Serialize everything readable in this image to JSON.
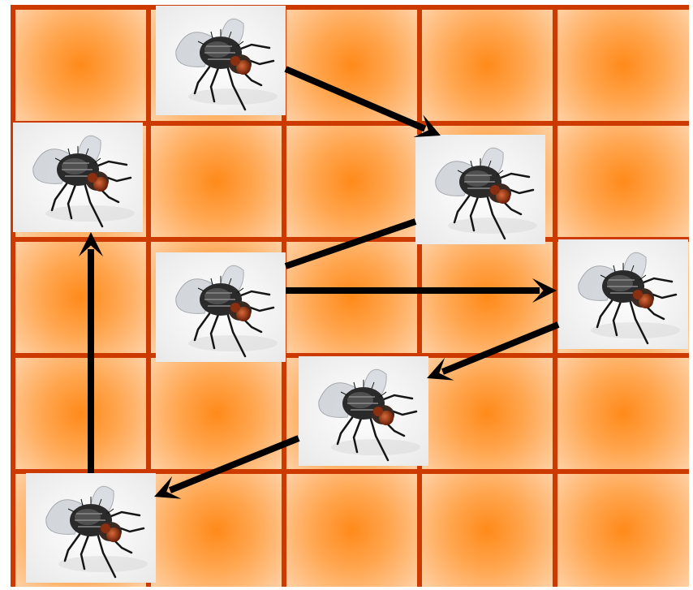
{
  "board": {
    "rows": 5,
    "cols": 5,
    "cell_colors": {
      "center": "#ff8a1a",
      "edge": "#ffd0a4"
    },
    "grid_line_color": "#cc3a00"
  },
  "flies": [
    {
      "name": "fly",
      "icon": "housefly-icon",
      "row": 0,
      "col": 1
    },
    {
      "name": "fly",
      "icon": "housefly-icon",
      "row": 1,
      "col": 0
    },
    {
      "name": "fly",
      "icon": "housefly-icon",
      "row": 1,
      "col": 3
    },
    {
      "name": "fly",
      "icon": "housefly-icon",
      "row": 2,
      "col": 1
    },
    {
      "name": "fly",
      "icon": "housefly-icon",
      "row": 2,
      "col": 4
    },
    {
      "name": "fly",
      "icon": "housefly-icon",
      "row": 3,
      "col": 2
    },
    {
      "name": "fly",
      "icon": "housefly-icon",
      "row": 4,
      "col": 0
    }
  ],
  "path": [
    {
      "from": [
        0,
        1
      ],
      "to": [
        1,
        3
      ],
      "head": true
    },
    {
      "from": [
        1,
        3
      ],
      "to": [
        2,
        1
      ],
      "head": false
    },
    {
      "from": [
        2,
        1
      ],
      "to": [
        2,
        4
      ],
      "head": true
    },
    {
      "from": [
        2,
        4
      ],
      "to": [
        3,
        2
      ],
      "head": true
    },
    {
      "from": [
        3,
        2
      ],
      "to": [
        4,
        0
      ],
      "head": true
    },
    {
      "from": [
        4,
        0
      ],
      "to": [
        1,
        0
      ],
      "head": true
    }
  ],
  "arrow_color": "#000000"
}
